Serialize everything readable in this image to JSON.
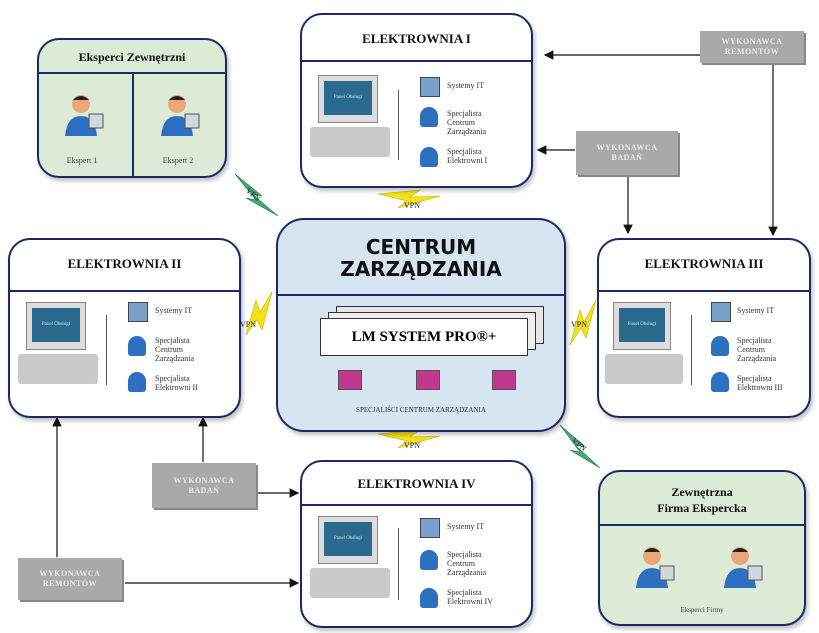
{
  "center": {
    "title_line1": "CENTRUM",
    "title_line2": "ZARZĄDZANIA",
    "system": "LM SYSTEM PRO®+",
    "footer": "SPECJALIŚCI CENTRUM ZARZĄDZANIA"
  },
  "experts_box": {
    "title": "Eksperci Zewnętrzni",
    "expert1": "Ekspert 1",
    "expert2": "Ekspert 2"
  },
  "ext_firm": {
    "title_line1": "Zewnętrzna",
    "title_line2": "Firma Ekspercka",
    "caption": "Eksperci Firmy"
  },
  "plants": {
    "p1": {
      "title": "ELEKTROWNIA I",
      "it": "Systemy IT",
      "spec_center": "Specjalista Centrum Zarządzania",
      "spec_plant": "Specjalista Elektrowni I"
    },
    "p2": {
      "title": "ELEKTROWNIA II",
      "it": "Systemy IT",
      "spec_center": "Specjalista Centrum Zarządzania",
      "spec_plant": "Specjalista Elektrowni II"
    },
    "p3": {
      "title": "ELEKTROWNIA III",
      "it": "Systemy IT",
      "spec_center": "Specjalista Centrum Zarządzania",
      "spec_plant": "Specjalista Elektrowni III"
    },
    "p4": {
      "title": "ELEKTROWNIA IV",
      "it": "Systemy IT",
      "spec_center": "Specjalista Centrum Zarządzania",
      "spec_plant": "Specjalista Elektrowni IV"
    }
  },
  "screen_text": "Panel Obsługi",
  "vpn": "VPN",
  "contractors": {
    "remonty_line1": "WYKONAWCA",
    "remonty_line2": "REMONTÓW",
    "badania_line1": "WYKONAWCA",
    "badania_line2": "BADAŃ"
  },
  "colors": {
    "border": "#1b2a66",
    "center_fill": "#d7e4f1",
    "green_fill": "#dcebd6",
    "contractor": "#a9a9a9",
    "vpn_yellow": "#f2e21c",
    "vpn_green": "#3fae6e",
    "screen": "#2a6a8e",
    "pink_monitor": "#c0388e"
  }
}
